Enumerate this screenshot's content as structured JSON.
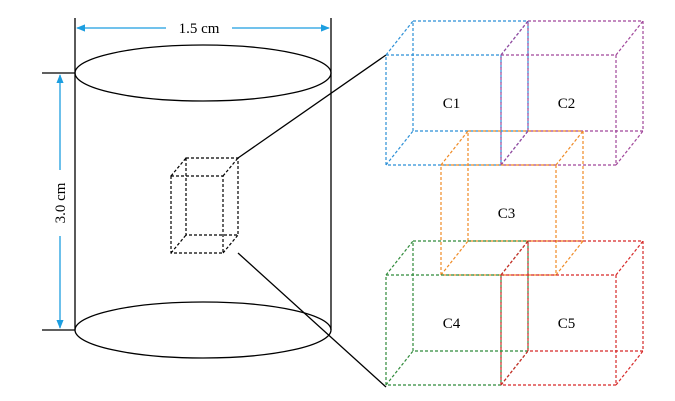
{
  "dimensions": {
    "width_label": "1.5 cm",
    "height_label": "3.0 cm"
  },
  "cubes": [
    {
      "id": "c1",
      "label": "C1",
      "color": "#2b8fd6"
    },
    {
      "id": "c2",
      "label": "C2",
      "color": "#a0469a"
    },
    {
      "id": "c3",
      "label": "C3",
      "color": "#f08a24"
    },
    {
      "id": "c4",
      "label": "C4",
      "color": "#2f8a3a"
    },
    {
      "id": "c5",
      "label": "C5",
      "color": "#d62828"
    }
  ],
  "colors": {
    "dimension_arrow": "#1c9ee0",
    "outline": "#000000"
  }
}
